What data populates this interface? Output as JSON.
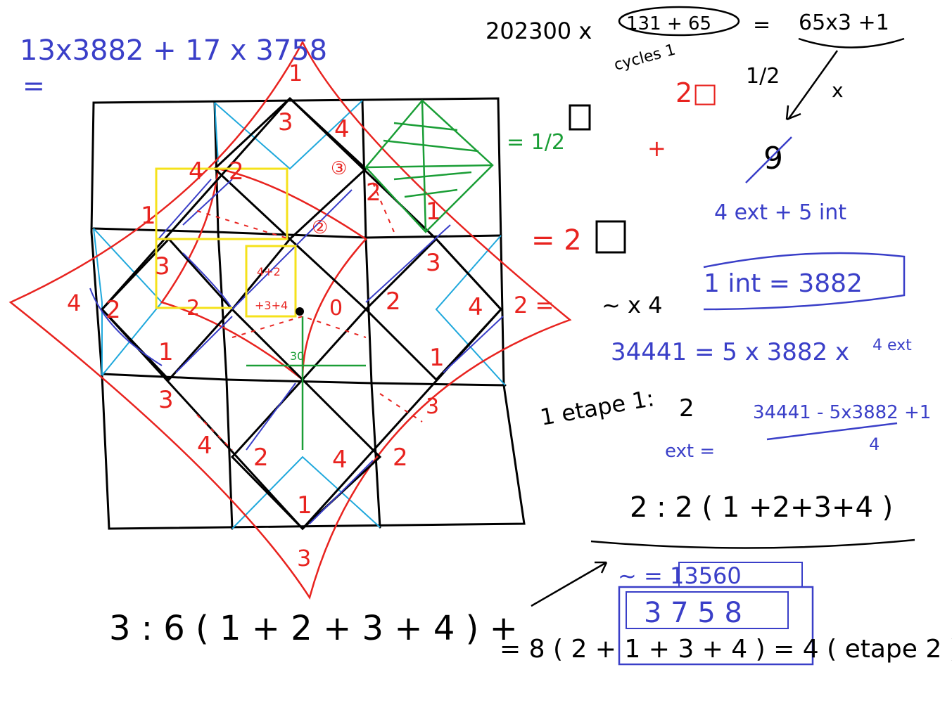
{
  "colors": {
    "black": "#000000",
    "red": "#e8231f",
    "blue": "#3a3fc8",
    "cyan": "#1fa8dc",
    "green": "#1a9e36",
    "yellow": "#f5e21b",
    "orange": "#f08a24"
  },
  "top_left": {
    "expr": "13x3882  + 17 x 3758",
    "eq": "="
  },
  "top_right": {
    "formula_a": "202300 x",
    "formula_circled": "131 + 65",
    "formula_b": "=",
    "formula_c": "65x3 +1",
    "cycles": "cycles 1",
    "half": "1/2",
    "arrow_label": "x",
    "nine": "9",
    "two_square": "2□",
    "plus": "+",
    "ext_int": "4 ext + 5 int",
    "half_square": "= 1/2",
    "two_square_eq": "= 2",
    "times4": "~ x 4",
    "one_int": "1 int = 3882",
    "eq_34441": "34441 = 5 x 3882 x",
    "four_ext": "4 ext",
    "etape1": "1 etape 1:",
    "etape_two": "2",
    "ext_label": "ext =",
    "fraction_num": "34441 - 5x3882 +1",
    "fraction_den": "4",
    "line_two": "2 : 2 ( 1 +2+3+4 )",
    "approx": "~ = 13560",
    "boxed": "3 7 5 8",
    "line_eight": "= 8 ( 2 + 1 + 3 + 4 ) = 4 ( etape 2 )"
  },
  "bottom": {
    "line_three": "3 : 6 ( 1 + 2 + 3 + 4 )  +"
  },
  "diagram_labels": {
    "top": "1",
    "left": "4",
    "right": "2 =",
    "bottom": "3",
    "n3a": "3",
    "n4a": "4",
    "n3c": "③",
    "n4b": "4",
    "n2a": "2",
    "n1a": "1",
    "n2b": "2",
    "n2c": "②",
    "n2d": "2",
    "n1b": "1",
    "n3b": "3",
    "n2e": "2",
    "n4c": "4",
    "n3d": "3",
    "n2f": "2",
    "n1c": "1",
    "n4d": "4",
    "n1d": "1",
    "n2g": "2",
    "n3e": "3",
    "n4e": "4",
    "n2h": "2",
    "n4f": "4",
    "n2i": "2",
    "n1e": "1",
    "n0": "0",
    "center_a": "4+2",
    "center_b": "+3+4",
    "n30": "30"
  }
}
